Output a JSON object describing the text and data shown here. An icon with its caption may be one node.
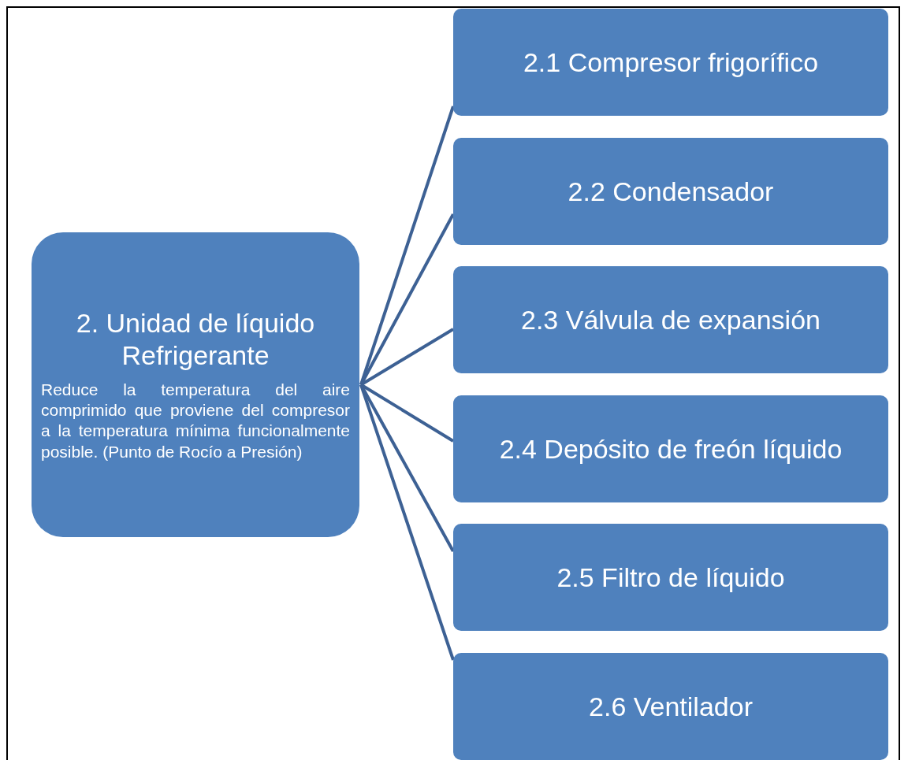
{
  "diagram": {
    "nodes": [
      {
        "text": [
          "2. Unidad de líquido Refrigerante",
          "Reduce la temperatura del aire comprimido que proviene del compresor a la temperatura mínima funcionalmente posible. (Punto de Rocío a Presión)"
        ]
      },
      {
        "text": [
          "2.1 Compresor frigorífico"
        ]
      },
      {
        "text": [
          "2.2 Condensador"
        ]
      },
      {
        "text": [
          "2.3 Válvula de expansión"
        ]
      },
      {
        "text": [
          "2.4 Depósito de freón líquido"
        ]
      },
      {
        "text": [
          "2.5 Filtro de líquido"
        ]
      },
      {
        "text": [
          "2.6 Ventilador"
        ]
      }
    ],
    "edges": [
      {
        "from": 0,
        "to": 1,
        "arrow": "none"
      },
      {
        "from": 0,
        "to": 2,
        "arrow": "none"
      },
      {
        "from": 0,
        "to": 3,
        "arrow": "none"
      },
      {
        "from": 0,
        "to": 4,
        "arrow": "none"
      },
      {
        "from": 0,
        "to": 5,
        "arrow": "none"
      },
      {
        "from": 0,
        "to": 6,
        "arrow": "none"
      }
    ]
  }
}
